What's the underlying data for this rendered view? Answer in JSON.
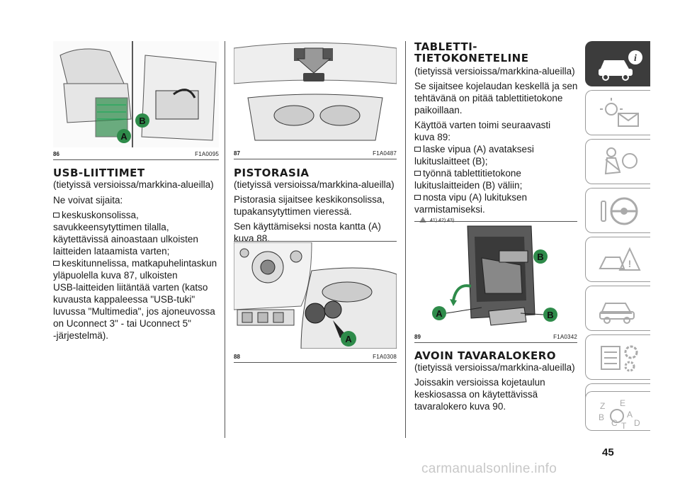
{
  "figures": {
    "f86": {
      "num": "86",
      "code": "F1A0095"
    },
    "f87": {
      "num": "87",
      "code": "F1A0487"
    },
    "f88": {
      "num": "88",
      "code": "F1A0308"
    },
    "f89": {
      "num": "89",
      "code": "F1A0342"
    }
  },
  "col1": {
    "title": "USB-LIITTIMET",
    "p1": "(tietyissä versioissa/markkina-alueilla)",
    "p2": "Ne voivat sijaita:",
    "li1_l1": "keskuskonsolissa,",
    "li1_l2": "savukkeensytyttimen tilalla,",
    "li1_l3": "käytettävissä ainoastaan ulkoisten",
    "li1_l4": "laitteiden lataamista varten;",
    "li2_l1": "keskitunnelissa, matkapuhelintaskun",
    "li2_l2": "yläpuolella kuva 87, ulkoisten",
    "li2_l3": "USB-laitteiden liitäntää varten (katso",
    "li2_l4": "kuvausta kappaleessa \"USB-tuki\"",
    "li2_l5": "luvussa \"Multimedia\", jos ajoneuvossa",
    "li2_l6": "on Uconnect 3\" - tai Uconnect 5\"",
    "li2_l7": "-järjestelmä)."
  },
  "col2": {
    "title": "PISTORASIA",
    "p1": "(tietyissä versioissa/markkina-alueilla)",
    "p2_l1": "Pistorasia sijaitsee keskikonsolissa,",
    "p2_l2": "tupakansytyttimen vieressä.",
    "p3_l1": "Sen käyttämiseksi nosta kantta (A)",
    "p3_l2": "kuva 88."
  },
  "col3": {
    "title_l1": "TABLETTI-",
    "title_l2": "TIETOKONETELINE",
    "p1": "(tietyissä versioissa/markkina-alueilla)",
    "p2_l1": "Se sijaitsee kojelaudan keskellä ja sen",
    "p2_l2": "tehtävänä on pitää tablettitietokone",
    "p2_l3": "paikoillaan.",
    "p3_l1": "Käyttöä varten toimi seuraavasti",
    "p3_l2": "kuva 89:",
    "li1_l1": "laske vipua (A) avataksesi",
    "li1_l2": "lukituslaitteet (B);",
    "li2_l1": "työnnä tablettitietokone",
    "li2_l2": "lukituslaitteiden (B) väliin;",
    "li3_l1": "nosta vipu (A) lukituksen",
    "li3_l2": "varmistamiseksi.",
    "warn_refs": "41)  42)  43)",
    "title2": "AVOIN TAVARALOKERO",
    "q1": "(tietyissä versioissa/markkina-alueilla)",
    "q2_l1": "Joissakin versioissa kojetaulun",
    "q2_l2": "keskiosassa on käytettävissä",
    "q2_l3": "tavaralokero kuva 90."
  },
  "labels": {
    "A": "A",
    "B": "B"
  },
  "tabs": [
    "car-info-icon",
    "warning-lights-icon",
    "airbag-seat-icon",
    "steering-wheel-icon",
    "hazard-road-icon",
    "car-service-icon",
    "specs-gear-icon",
    "multimedia-icon",
    "index-letters-icon"
  ],
  "page_number": "45",
  "watermark": "carmanualsonline.info",
  "colors": {
    "accent_green": "#2e8b4a",
    "tab_active": "#3c3c3c"
  }
}
